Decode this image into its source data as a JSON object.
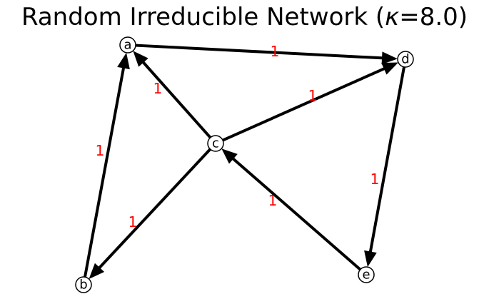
{
  "title": {
    "prefix": "Random Irreducible Network (",
    "symbol": "κ",
    "suffix": "=8.0)"
  },
  "colors": {
    "edge": "#000000",
    "edge_label": "#ff0000",
    "node_fill": "#ffffff",
    "node_stroke": "#000000"
  },
  "nodes": [
    {
      "id": "a",
      "label": "a"
    },
    {
      "id": "b",
      "label": "b"
    },
    {
      "id": "c",
      "label": "c"
    },
    {
      "id": "d",
      "label": "d"
    },
    {
      "id": "e",
      "label": "e"
    }
  ],
  "edges": [
    {
      "from": "a",
      "to": "d",
      "weight": "1"
    },
    {
      "from": "b",
      "to": "a",
      "weight": "1"
    },
    {
      "from": "c",
      "to": "a",
      "weight": "1"
    },
    {
      "from": "c",
      "to": "d",
      "weight": "1"
    },
    {
      "from": "c",
      "to": "b",
      "weight": "1"
    },
    {
      "from": "d",
      "to": "e",
      "weight": "1"
    },
    {
      "from": "e",
      "to": "c",
      "weight": "1"
    }
  ]
}
